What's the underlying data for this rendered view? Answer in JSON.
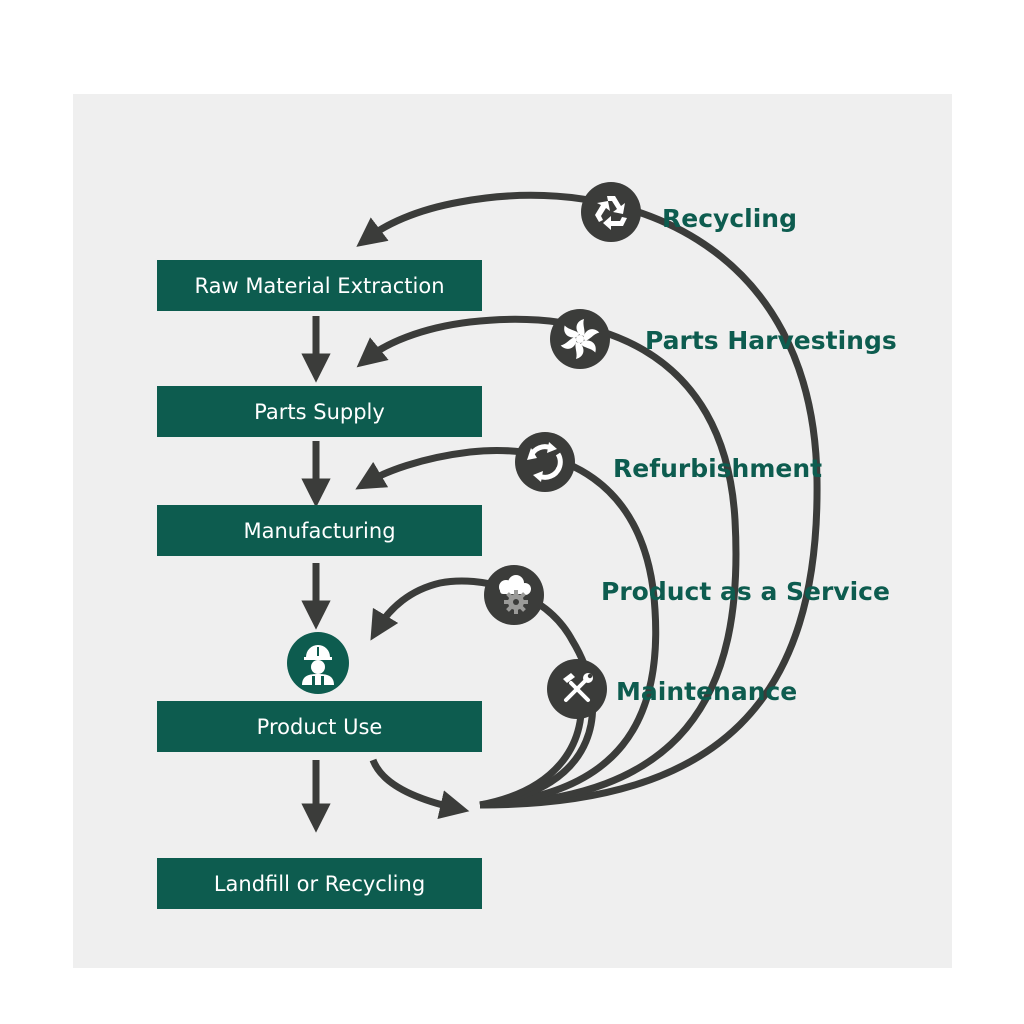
{
  "stages": [
    {
      "id": "raw",
      "label": "Raw Material Extraction"
    },
    {
      "id": "parts",
      "label": "Parts Supply"
    },
    {
      "id": "mfg",
      "label": "Manufacturing"
    },
    {
      "id": "use",
      "label": "Product Use"
    },
    {
      "id": "end",
      "label": "Landfill or Recycling"
    }
  ],
  "loops": [
    {
      "id": "recycling",
      "label": "Recycling",
      "icon": "recycle-icon"
    },
    {
      "id": "harvest",
      "label": "Parts Harvestings",
      "icon": "turbine-icon"
    },
    {
      "id": "refurb",
      "label": "Refurbishment",
      "icon": "circular-arrows-icon"
    },
    {
      "id": "paas",
      "label": "Product as a Service",
      "icon": "cloud-gear-icon"
    },
    {
      "id": "maint",
      "label": "Maintenance",
      "icon": "wrench-hammer-icon"
    }
  ],
  "user_icon": "worker-hardhat-icon",
  "colors": {
    "stage_fill": "#0d5c4f",
    "stage_text": "#ffffff",
    "loop_label": "#0d5c4f",
    "arrow": "#3b3c3a",
    "panel": "#efefef"
  }
}
